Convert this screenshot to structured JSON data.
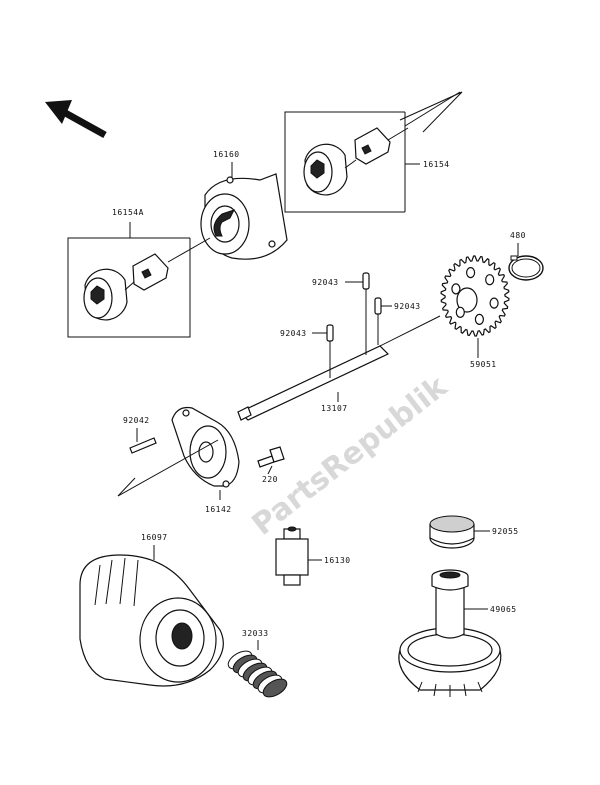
{
  "watermark": "PartsRepublik",
  "labels": {
    "p16160": "16160",
    "p16154": "16154",
    "p16154A": "16154A",
    "p480": "480",
    "p92043a": "92043",
    "p92043b": "92043",
    "p92043c": "92043",
    "p59051": "59051",
    "p13107": "13107",
    "p92042": "92042",
    "p220": "220",
    "p16142": "16142",
    "p16097": "16097",
    "p16130": "16130",
    "p92055": "92055",
    "p49065": "49065",
    "p32033": "32033"
  },
  "icons": {
    "direction": "front-arrow-icon"
  }
}
